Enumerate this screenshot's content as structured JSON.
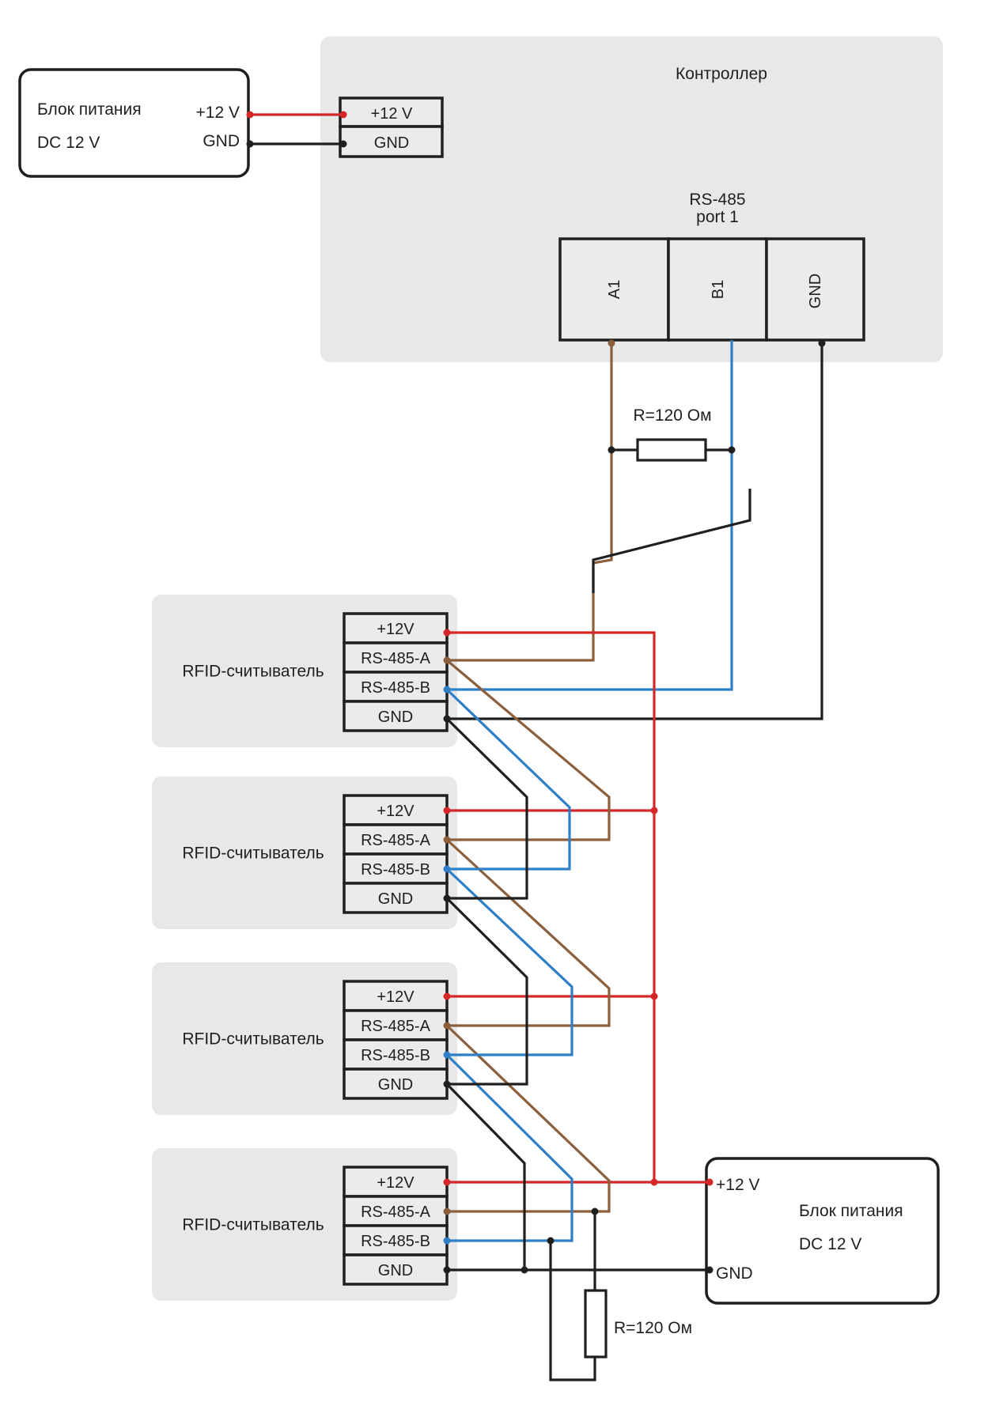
{
  "controller": {
    "title": "Контроллер",
    "power_terminals": [
      "+12 V",
      "GND"
    ],
    "rs485_title_line1": "RS-485",
    "rs485_title_line2": "port 1",
    "rs485_terminals": [
      "A1",
      "B1",
      "GND"
    ]
  },
  "psu_top": {
    "name": "Блок питания",
    "spec": "DC 12 V",
    "pin_12v": "+12 V",
    "pin_gnd": "GND"
  },
  "psu_bottom": {
    "name": "Блок питания",
    "spec": "DC 12 V",
    "pin_12v": "+12 V",
    "pin_gnd": "GND"
  },
  "resistor_top": {
    "label": "R=120 Ом"
  },
  "resistor_bottom": {
    "label": "R=120 Ом"
  },
  "readers": [
    {
      "name": "RFID-считыватель",
      "pins": [
        "+12V",
        "RS-485-A",
        "RS-485-B",
        "GND"
      ]
    },
    {
      "name": "RFID-считыватель",
      "pins": [
        "+12V",
        "RS-485-A",
        "RS-485-B",
        "GND"
      ]
    },
    {
      "name": "RFID-считыватель",
      "pins": [
        "+12V",
        "RS-485-A",
        "RS-485-B",
        "GND"
      ]
    },
    {
      "name": "RFID-считыватель",
      "pins": [
        "+12V",
        "RS-485-A",
        "RS-485-B",
        "GND"
      ]
    }
  ],
  "colors": {
    "power": "#d62728",
    "rs485_a": "#8b5e3c",
    "rs485_b": "#2f7fc8",
    "ground": "#1f1f1f",
    "panel": "#e8e8e8"
  }
}
